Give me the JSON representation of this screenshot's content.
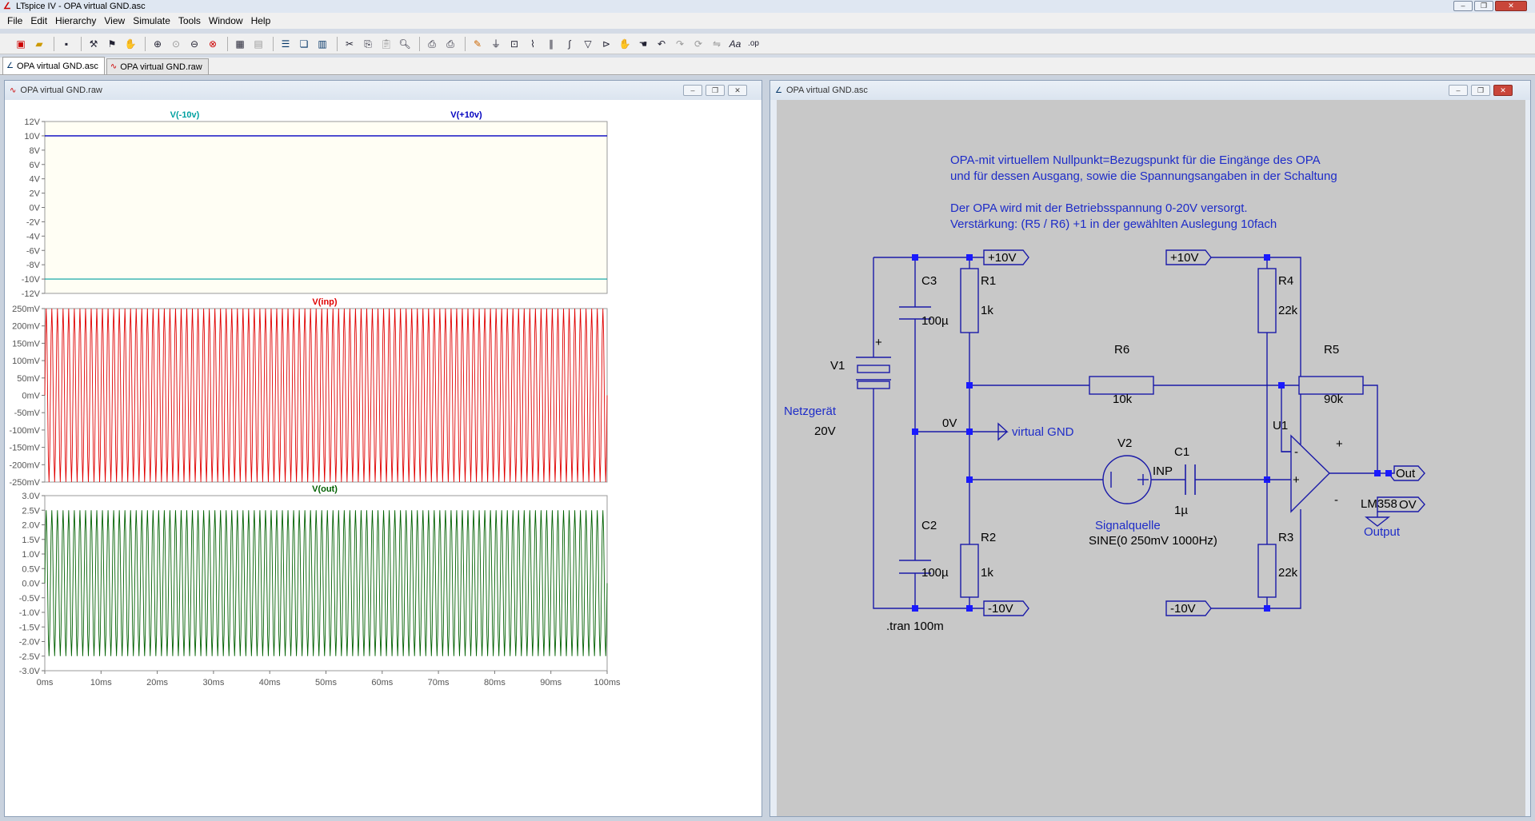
{
  "app": {
    "title": "LTspice IV - OPA virtual GND.asc"
  },
  "menu": [
    "File",
    "Edit",
    "Hierarchy",
    "View",
    "Simulate",
    "Tools",
    "Window",
    "Help"
  ],
  "tabs": [
    {
      "label": "OPA virtual GND.asc",
      "active": true
    },
    {
      "label": "OPA virtual GND.raw",
      "active": false
    }
  ],
  "waveform_window": {
    "title": "OPA virtual GND.raw",
    "panes": [
      {
        "traces": [
          "V(-10v)",
          "V(+10v)"
        ],
        "trace_colors": [
          "#00a0a0",
          "#0000c0"
        ],
        "yticks": [
          "12V",
          "10V",
          "8V",
          "6V",
          "4V",
          "2V",
          "0V",
          "-2V",
          "-4V",
          "-6V",
          "-8V",
          "-10V",
          "-12V"
        ]
      },
      {
        "traces": [
          "V(inp)"
        ],
        "trace_colors": [
          "#e00000"
        ],
        "yticks": [
          "250mV",
          "200mV",
          "150mV",
          "100mV",
          "50mV",
          "0mV",
          "-50mV",
          "-100mV",
          "-150mV",
          "-200mV",
          "-250mV"
        ]
      },
      {
        "traces": [
          "V(out)"
        ],
        "trace_colors": [
          "#006000"
        ],
        "yticks": [
          "3.0V",
          "2.5V",
          "2.0V",
          "1.5V",
          "1.0V",
          "0.5V",
          "0.0V",
          "-0.5V",
          "-1.0V",
          "-1.5V",
          "-2.0V",
          "-2.5V",
          "-3.0V"
        ]
      }
    ],
    "xticks": [
      "0ms",
      "10ms",
      "20ms",
      "30ms",
      "40ms",
      "50ms",
      "60ms",
      "70ms",
      "80ms",
      "90ms",
      "100ms"
    ]
  },
  "schematic_window": {
    "title": "OPA virtual GND.asc",
    "comment_lines": [
      "OPA-mit virtuellem Nullpunkt=Bezugspunkt für die Eingänge des OPA",
      "und für dessen Ausgang, sowie die Spannungsangaben in der Schaltung",
      "Der OPA wird mit der Betriebsspannung 0-20V versorgt.",
      "Verstärkung: (R5 / R6) +1 in der gewählten Auslegung 10fach"
    ],
    "components": {
      "C3": {
        "name": "C3",
        "value": "100µ"
      },
      "C2": {
        "name": "C2",
        "value": "100µ"
      },
      "R1": {
        "name": "R1",
        "value": "1k"
      },
      "R2": {
        "name": "R2",
        "value": "1k"
      },
      "R3": {
        "name": "R3",
        "value": "22k"
      },
      "R4": {
        "name": "R4",
        "value": "22k"
      },
      "R5": {
        "name": "R5",
        "value": "90k"
      },
      "R6": {
        "name": "R6",
        "value": "10k"
      },
      "C1": {
        "name": "C1",
        "value": "1µ"
      },
      "V1": {
        "name": "V1",
        "label": "Netzgerät",
        "value": "20V"
      },
      "V2": {
        "name": "V2",
        "label": "Signalquelle",
        "value": "SINE(0 250mV 1000Hz)"
      },
      "U1": {
        "name": "U1",
        "value": "LM358"
      }
    },
    "labels": {
      "p10v_a": "+10V",
      "p10v_b": "+10V",
      "m10v_a": "-10V",
      "m10v_b": "-10V",
      "zero": "0V",
      "virtual_gnd": "virtual GND",
      "inp": "INP",
      "out": "Out",
      "ov": "OV",
      "output": "Output",
      "tran": ".tran 100m",
      "plus_v1": "+",
      "plus_top": "+",
      "minus_bot": "-",
      "in_minus": "-",
      "in_plus": "+"
    }
  }
}
